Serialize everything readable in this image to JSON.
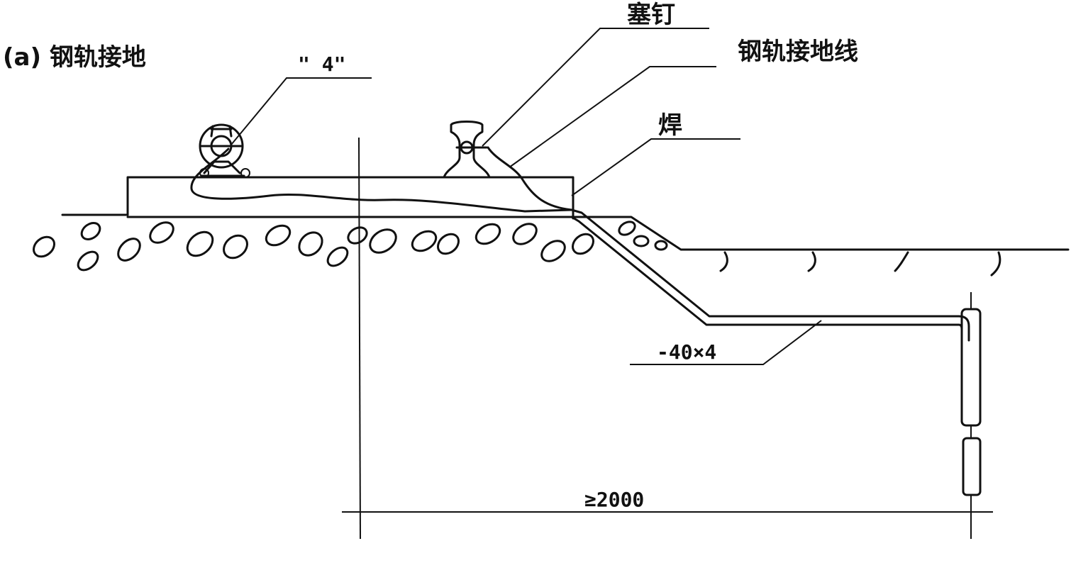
{
  "figure": {
    "caption": "(a) 钢轨接地",
    "labels": {
      "rail_mark": "\" 4\"",
      "plug_nail": "塞钉",
      "grounding_wire": "钢轨接地线",
      "weld": "焊",
      "flat_steel": "-40×4",
      "distance": "≥2000"
    }
  }
}
